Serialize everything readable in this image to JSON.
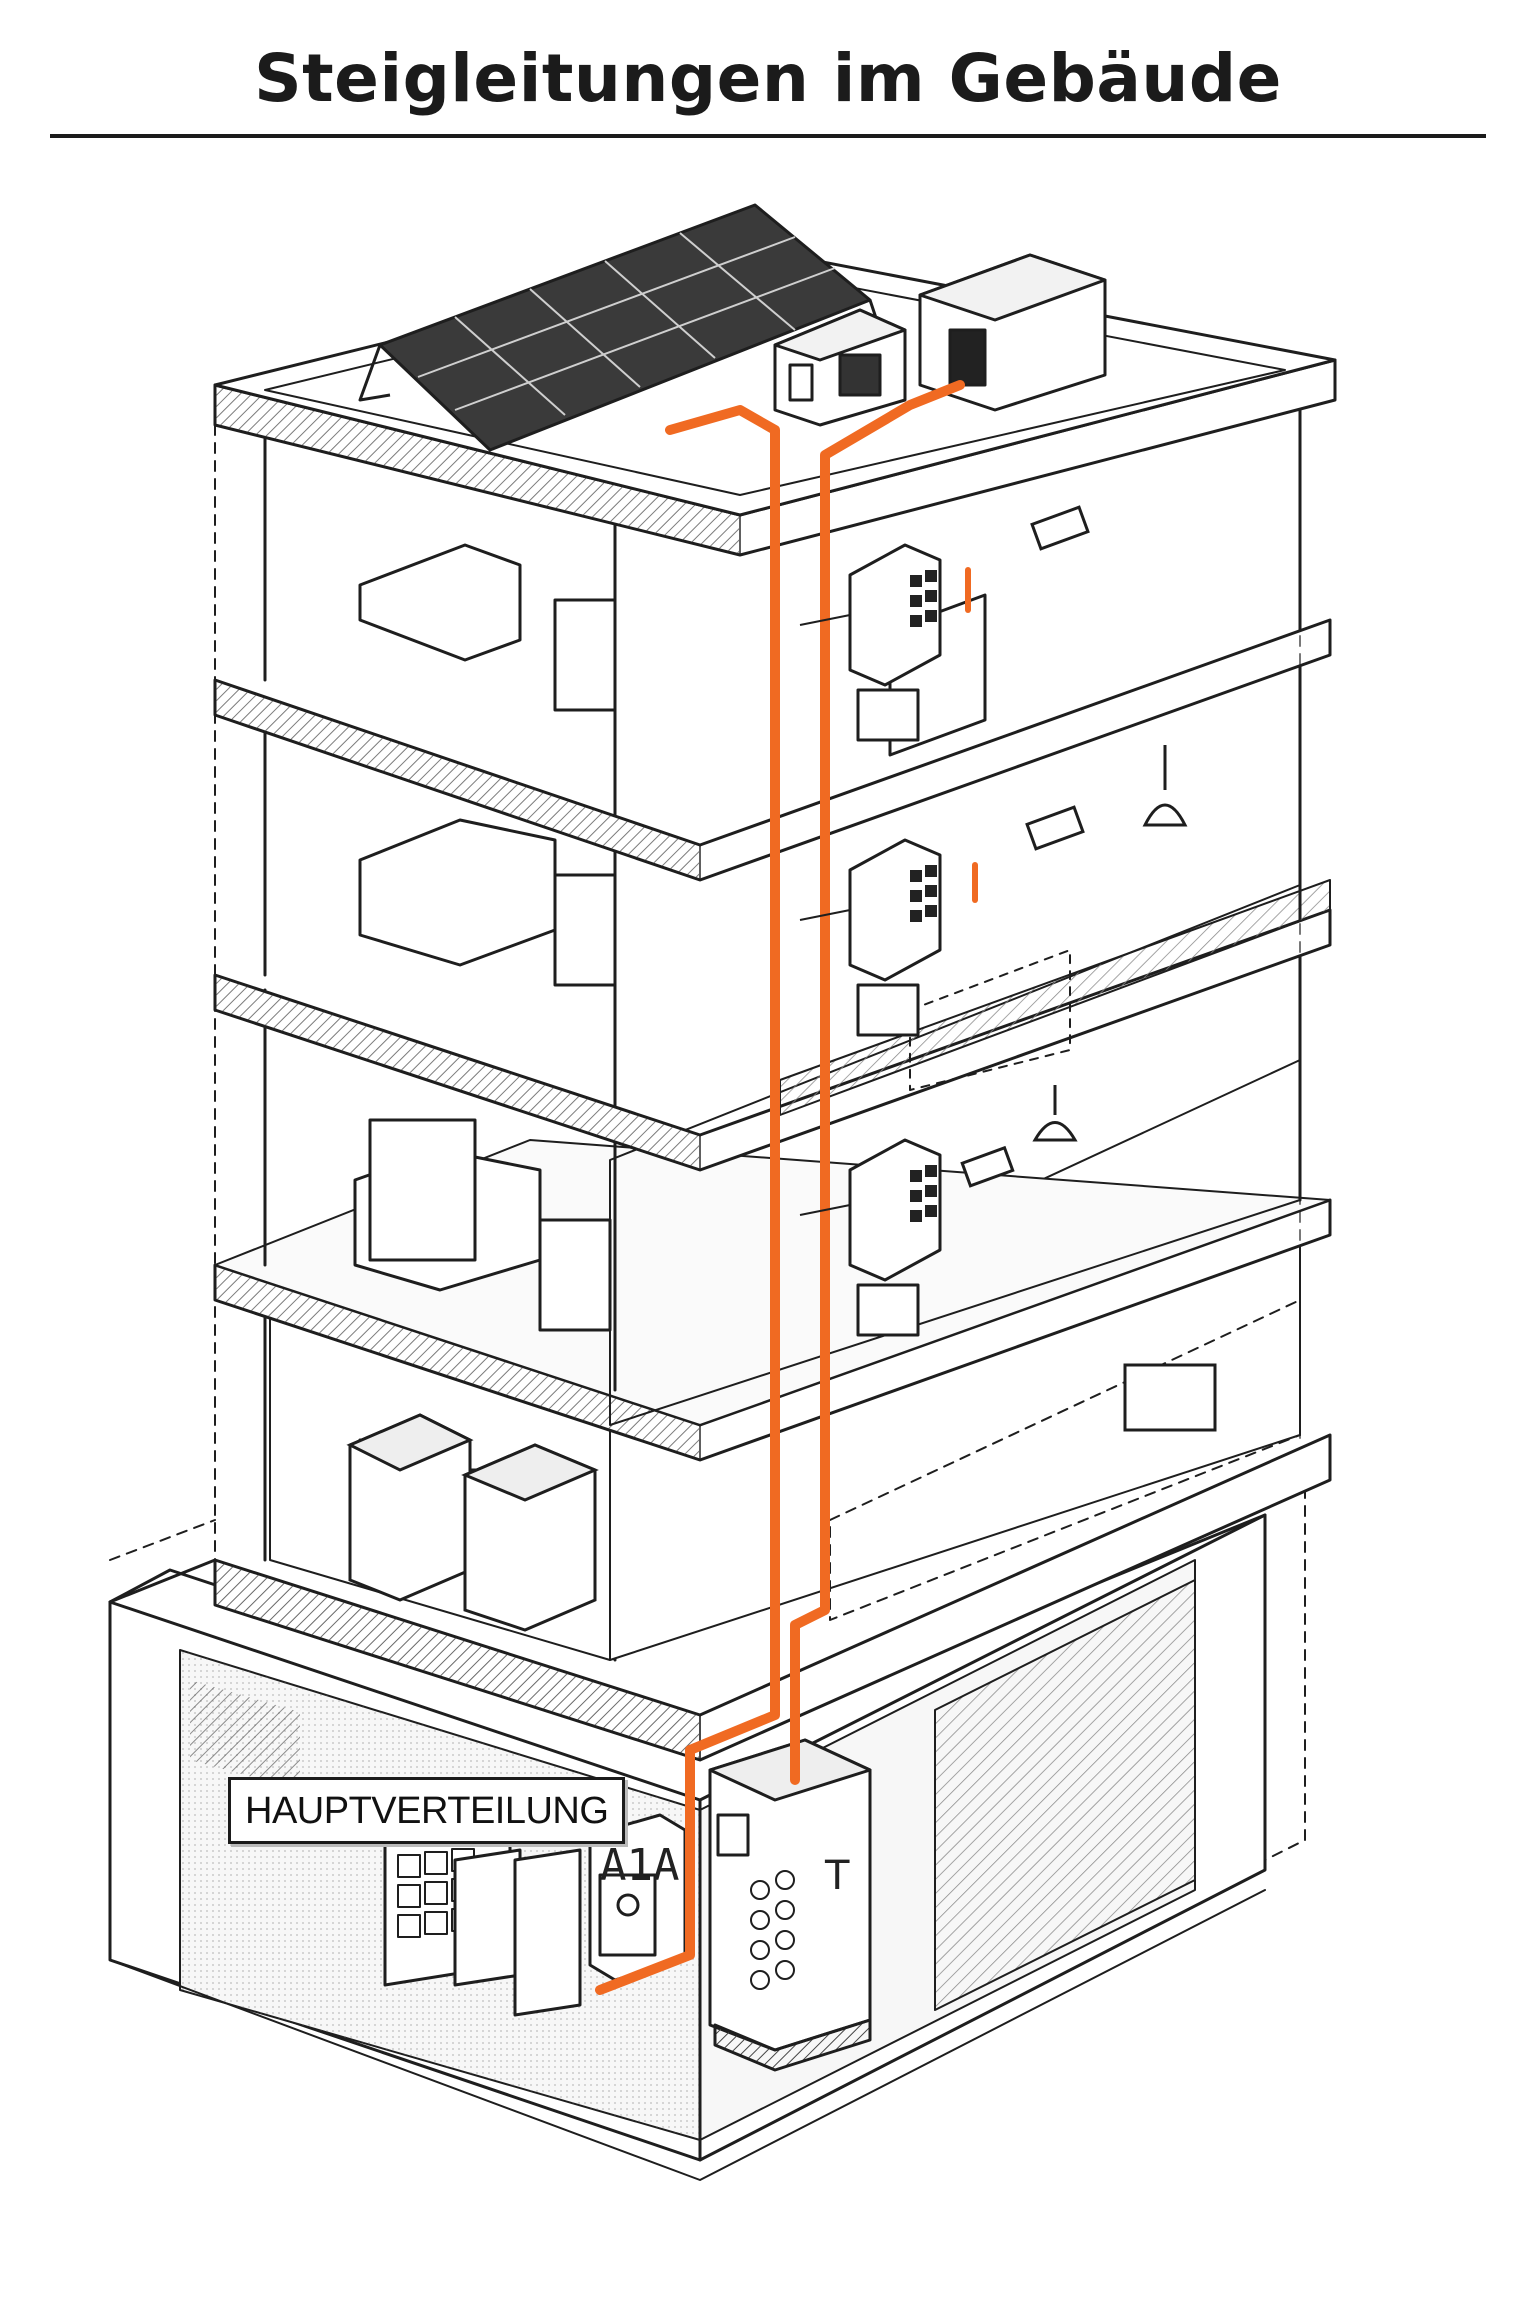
{
  "title": "Steigleitungen im Gebäude",
  "main_distribution_label": "HAUPTVERTEILUNG",
  "meter_display_text": "A1A",
  "cabinet_mark": "T",
  "colors": {
    "riser": "#f06a22",
    "line": "#1e1e1e",
    "background": "#ffffff",
    "solar": "#3a3a3a"
  },
  "components": {
    "roof": [
      "solar-panel-array-icon",
      "inverter-box-icon",
      "roof-unit-icon"
    ],
    "floor_4": [
      "appliance-unit-icon",
      "floor-distribution-board-icon",
      "wall-socket-icon"
    ],
    "floor_3": [
      "appliance-unit-icon",
      "floor-distribution-board-icon",
      "wall-socket-icon",
      "ceiling-lamp-icon"
    ],
    "floor_2": [
      "appliance-unit-icon",
      "floor-distribution-board-icon",
      "wall-socket-icon",
      "ceiling-lamp-icon"
    ],
    "floor_1": [
      "storage-tank-icon",
      "junction-box-icon"
    ],
    "basement": [
      "main-distribution-board-icon",
      "meter-cabinet-icon",
      "main-cabinet-icon"
    ]
  }
}
